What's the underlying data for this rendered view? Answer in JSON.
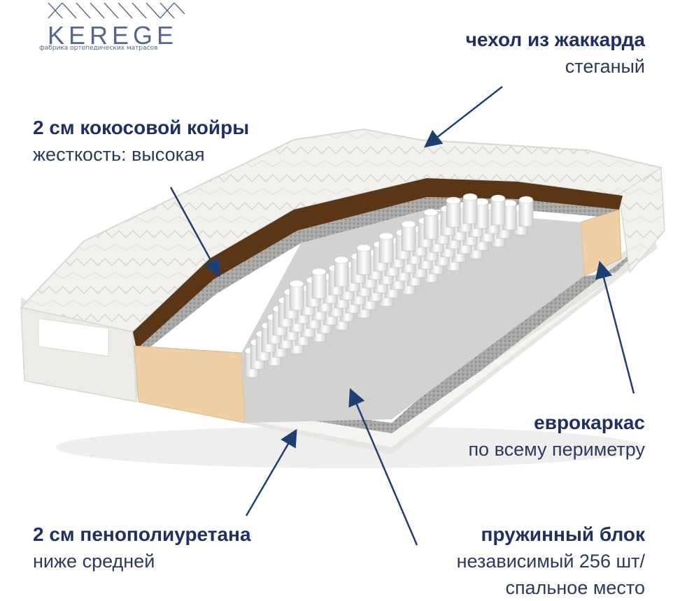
{
  "brand": {
    "name": "KEREGE",
    "tagline": "фабрика ортопедических матрасов",
    "logo_icon": "zigzag-lattice-icon",
    "color": "#56678c"
  },
  "callouts": {
    "cover": {
      "title": "чехол из жаккарда",
      "subtitle": "стеганый"
    },
    "coir": {
      "title": "2 см кокосовой койры",
      "subtitle": "жесткость: высокая"
    },
    "frame": {
      "title": "еврокаркас",
      "subtitle": "по всему периметру"
    },
    "foam": {
      "title": "2 см пенополиуретана",
      "subtitle": "ниже средней"
    },
    "springs": {
      "title": "пружинный блок",
      "subtitle_line1": "независимый 256 шт/",
      "subtitle_line2": "спальное место"
    }
  },
  "colors": {
    "text_title": "#1f3163",
    "arrow": "#1f3f73",
    "coir": "#5a3516",
    "foam": "#efcfa6",
    "cover": "#f1f0ec"
  }
}
